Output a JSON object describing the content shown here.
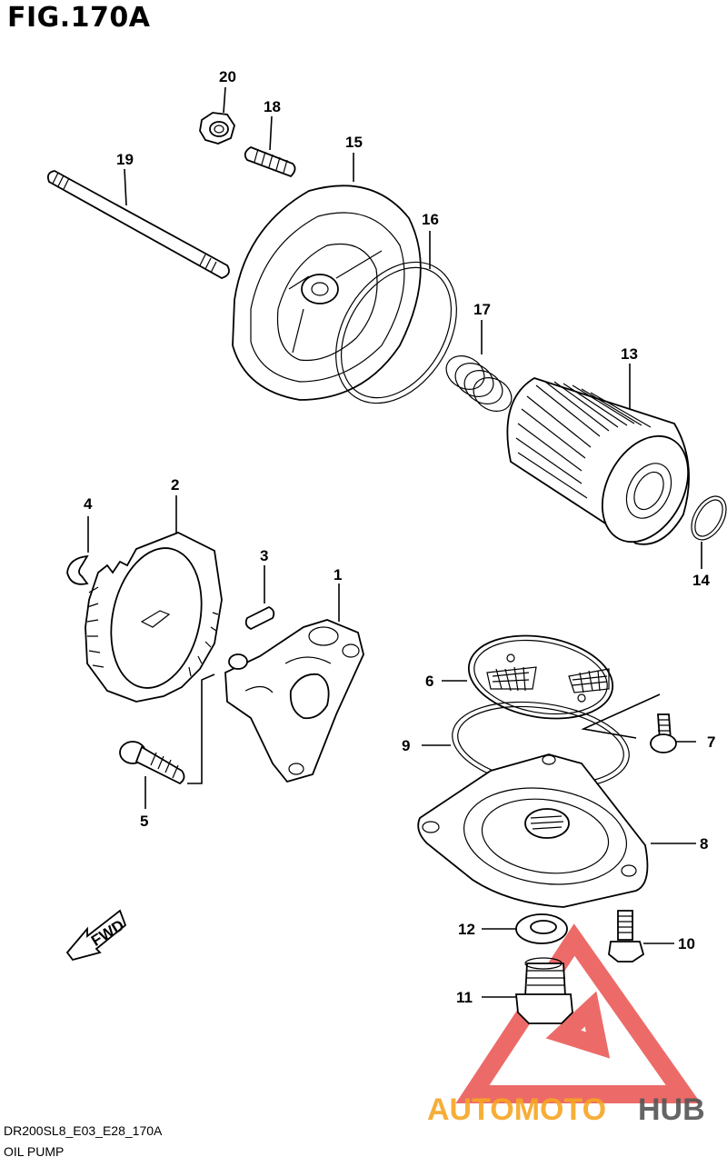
{
  "figure_title": "FIG.170A",
  "callouts": {
    "c1": "1",
    "c2": "2",
    "c3": "3",
    "c4": "4",
    "c5": "5",
    "c6": "6",
    "c7": "7",
    "c8": "8",
    "c9": "9",
    "c10": "10",
    "c11": "11",
    "c12": "12",
    "c13": "13",
    "c14": "14",
    "c15": "15",
    "c16": "16",
    "c17": "17",
    "c18": "18",
    "c19": "19",
    "c20": "20"
  },
  "fwd_label": "FWD",
  "watermark": {
    "part1": "AUTOMOTO",
    "part2": "HUB",
    "color1": "#f6a623",
    "color2": "#555555",
    "logo_color": "#e53935"
  },
  "footer": {
    "code": "DR200SL8_E03_E28_170A",
    "name": "OIL PUMP"
  }
}
